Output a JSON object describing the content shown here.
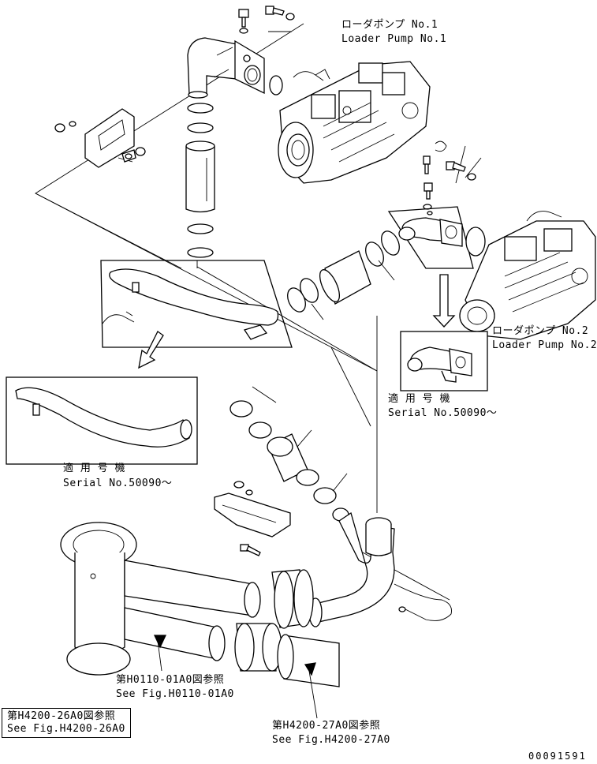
{
  "labels": {
    "pump1_jp": "ローダポンプ No.1",
    "pump1_en": "Loader Pump No.1",
    "pump2_jp": "ローダポンプ No.2",
    "pump2_en": "Loader Pump No.2",
    "serial_right_jp": "適 用 号 機",
    "serial_right_en": "Serial No.50090～",
    "serial_left_jp": "適 用 号 機",
    "serial_left_en": "Serial No.50090～",
    "ref_h0110_jp": "第H0110-01A0図参照",
    "ref_h0110_en": "See Fig.H0110-01A0",
    "ref_h4200_26_jp": "第H4200-26A0図参照",
    "ref_h4200_26_en": "See Fig.H4200-26A0",
    "ref_h4200_27_jp": "第H4200-27A0図参照",
    "ref_h4200_27_en": "See Fig.H4200-27A0",
    "drawing_number": "00091591"
  },
  "icons": [
    "hydraulic-pump-1-icon",
    "hydraulic-pump-2-icon",
    "tube-elbow-icon",
    "hose-clamp-icon",
    "flange-icon",
    "bolt-icon",
    "bracket-icon",
    "down-arrow-icon"
  ]
}
